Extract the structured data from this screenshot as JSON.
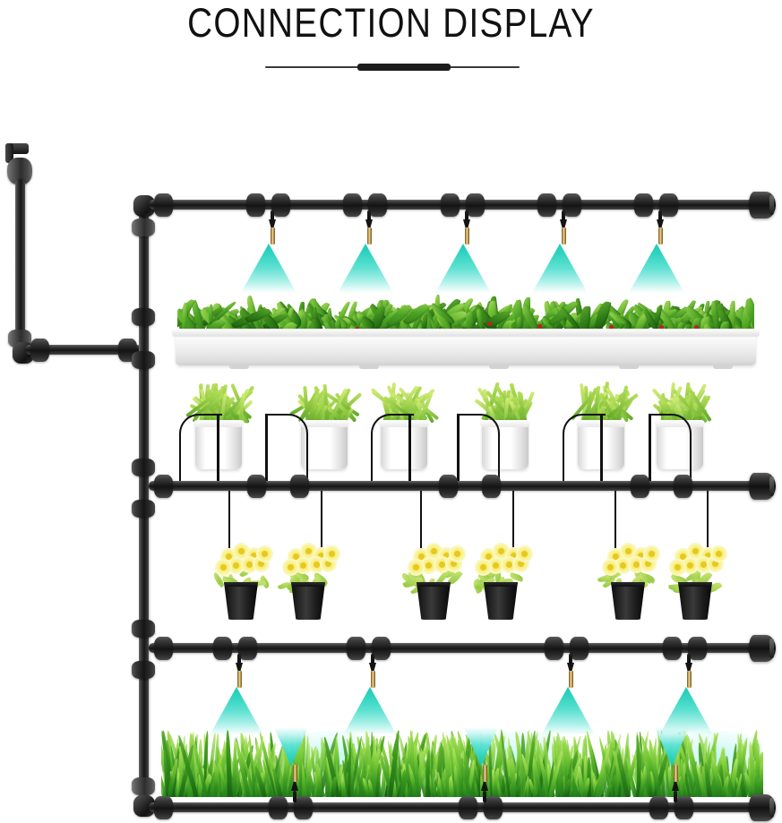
{
  "header": {
    "title": "CONNECTION DISPLAY",
    "divider_icon": "ornamental-rule"
  },
  "colors": {
    "spray_primary": "#17c9b4",
    "spray_secondary": "#57e0d0",
    "pipe_dark": "#161616",
    "pipe_highlight": "#6b6b6b",
    "nozzle_brass": "#c8a35a",
    "leaf_green": "#4da326",
    "grass_green": "#3f9e23",
    "flower_yellow": "#f2e63a",
    "pot_white": "#ffffff",
    "pot_black": "#1d1d1d",
    "background": "#ffffff",
    "title_color": "#111111"
  },
  "diagram": {
    "name": "garden-misting-irrigation-system",
    "source_fitting": "faucet-tap-adapter",
    "riser_label": "vertical-supply-manifold",
    "rows": [
      {
        "id": "row-1-misting-overhead",
        "type": "misting",
        "nozzle_count": 5,
        "spray_direction": "down",
        "planting": "white-trough-planter-with-leafy-greens",
        "end_fitting": "end-cap"
      },
      {
        "id": "row-2-drip-potted",
        "type": "drip",
        "dripper_count": 6,
        "spray_direction": "drip",
        "planting": "six-white-pots-with-ferns",
        "end_fitting": "end-cap"
      },
      {
        "id": "row-3-drip-flowers",
        "type": "drip",
        "dripper_count": 6,
        "spray_direction": "drip",
        "planting": "six-black-pots-with-yellow-daisies",
        "end_fitting": "end-cap"
      },
      {
        "id": "row-4-misting-lower",
        "type": "misting",
        "nozzle_count": 4,
        "spray_direction": "down",
        "planting": "lawn-grass-band",
        "end_fitting": "end-cap"
      },
      {
        "id": "row-5-ground-misting",
        "type": "misting",
        "nozzle_count": 3,
        "spray_direction": "up",
        "planting": "lawn-grass-band",
        "end_fitting": "end-cap"
      }
    ]
  }
}
